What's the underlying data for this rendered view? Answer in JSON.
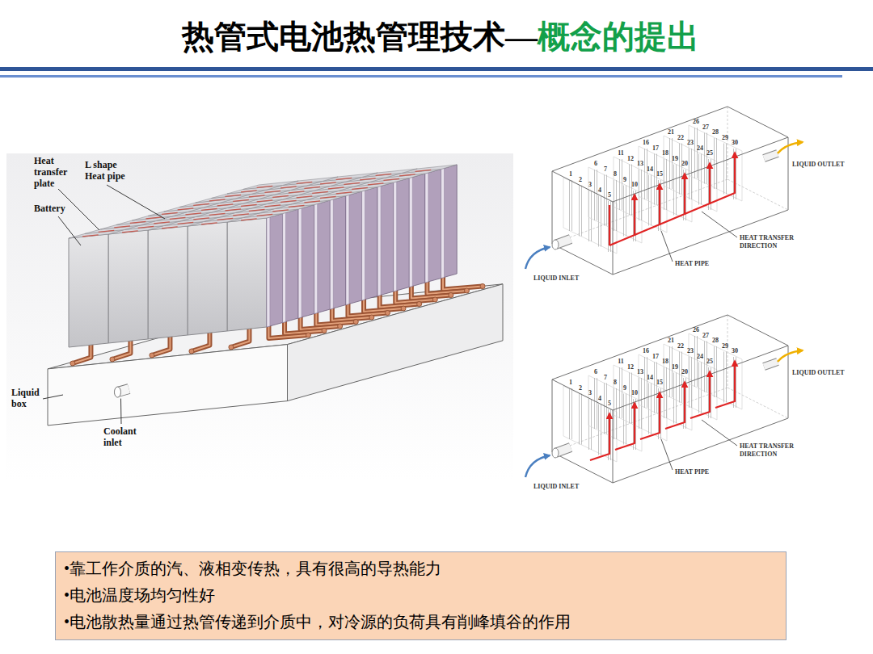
{
  "diagram": {
    "title": "热管式电池热管理技术—",
    "nodes": [
      {
        "text": [
          "•靠工作介质的汽、液相变传热，具有很高的导热能力",
          "•电池温度场均匀性好",
          "•电池散热量通过热管传递到介质中，对冷源的负荷具有削峰填谷的作用"
        ]
      }
    ],
    "labels": [
      "概念的提出",
      "Heat transfer plate",
      "L shape Heat pipe",
      "Battery",
      "Liquid box",
      "Coolant inlet",
      "1",
      "2",
      "3",
      "4",
      "5",
      "6",
      "7",
      "8",
      "9",
      "10",
      "11",
      "12",
      "13",
      "14",
      "15",
      "16",
      "17",
      "18",
      "19",
      "20",
      "21",
      "22",
      "23",
      "24",
      "25",
      "26",
      "27",
      "28",
      "29",
      "30",
      "LIQUID OUTLET",
      "HEAT TRANSFER DIRECTION",
      "HEAT PIPE",
      "LIQUID INLET",
      "1",
      "2",
      "3",
      "4",
      "5",
      "6",
      "7",
      "8",
      "9",
      "10",
      "11",
      "12",
      "13",
      "14",
      "15",
      "16",
      "17",
      "18",
      "19",
      "20",
      "21",
      "22",
      "23",
      "24",
      "25",
      "26",
      "27",
      "28",
      "29",
      "30",
      "LIQUID OUTLET",
      "HEAT TRANSFER DIRECTION",
      "HEAT PIPE",
      "LIQUID INLET"
    ]
  }
}
